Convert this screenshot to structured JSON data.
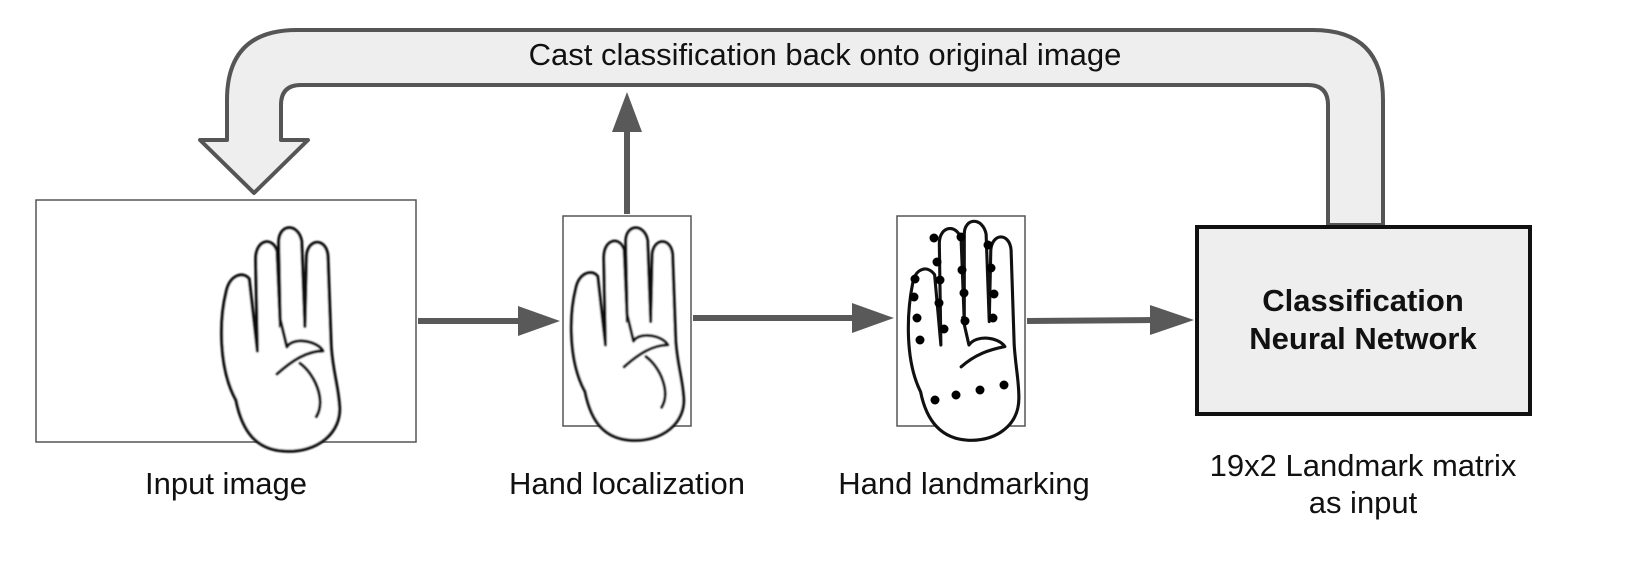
{
  "feedback": {
    "label": "Cast classification back onto original image"
  },
  "stages": {
    "input": {
      "label": "Input image"
    },
    "localization": {
      "label": "Hand localization"
    },
    "landmarking": {
      "label": "Hand landmarking"
    },
    "network": {
      "title_line1": "Classification",
      "title_line2": "Neural Network",
      "caption_line1": "19x2 Landmark matrix",
      "caption_line2": "as input"
    }
  },
  "icons": {
    "input": "raised-hand-icon",
    "localization": "raised-hand-icon",
    "landmarking": "hand-landmark-points-icon"
  },
  "colors": {
    "arrow": "#595959",
    "feedback_fill": "#eeeeee",
    "network_fill": "#eeeeee",
    "box_border": "#333333"
  }
}
